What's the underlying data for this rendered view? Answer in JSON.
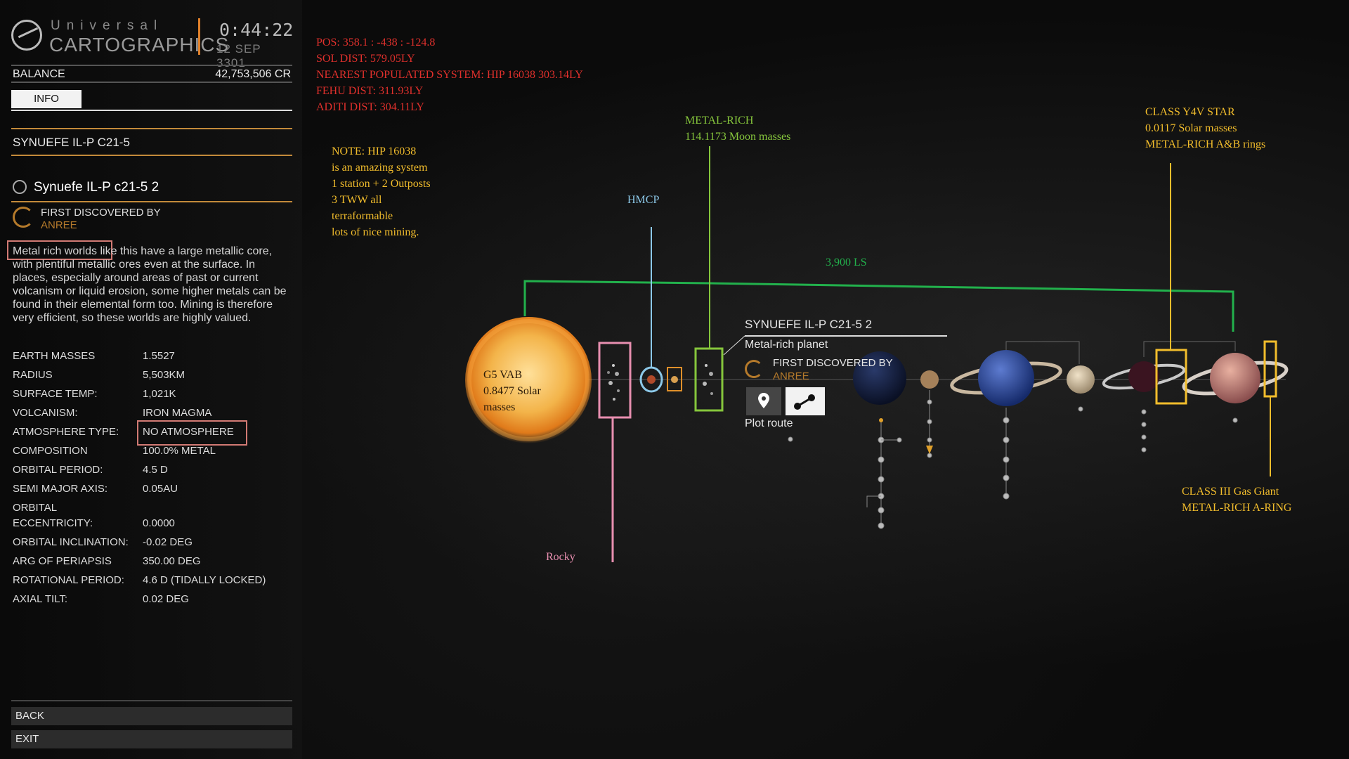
{
  "header": {
    "logo_top": "Universal",
    "logo_main": "CARTOGRAPHICS",
    "clock": "0:44:22",
    "date": "12 SEP 3301"
  },
  "balance": {
    "label": "BALANCE",
    "value": "42,753,506 CR"
  },
  "tabs": [
    {
      "label": "INFO",
      "active": true
    }
  ],
  "system_name": "SYNUEFE IL-P C21-5",
  "body": {
    "title": "Synuefe IL-P c21-5 2",
    "discovered_label": "FIRST DISCOVERED BY",
    "discovered_by": "ANREE",
    "description_highlight": "Metal rich worlds",
    "description_rest": " like this have a large metallic core, with plentiful metallic ores even at the surface. In places, especially around areas of past or current volcanism or liquid erosion, some higher metals can be found in their elemental form too. Mining is therefore very efficient, so these worlds are highly valued."
  },
  "stats": [
    {
      "label": "EARTH MASSES",
      "value": "1.5527"
    },
    {
      "label": "RADIUS",
      "value": "5,503KM"
    },
    {
      "label": "SURFACE TEMP:",
      "value": "1,021K"
    },
    {
      "label": "VOLCANISM:",
      "value": "IRON MAGMA"
    },
    {
      "label": "ATMOSPHERE TYPE:",
      "value": "NO ATMOSPHERE"
    },
    {
      "label": "COMPOSITION",
      "value": "100.0% METAL"
    },
    {
      "label": "ORBITAL PERIOD:",
      "value": "4.5 D"
    },
    {
      "label": "SEMI MAJOR AXIS:",
      "value": "0.05AU"
    },
    {
      "label": "ORBITAL",
      "label2": "ECCENTRICITY:",
      "value": "0.0000"
    },
    {
      "label": "ORBITAL INCLINATION:",
      "value": "-0.02 DEG"
    },
    {
      "label": "ARG OF PERIAPSIS",
      "value": "350.00 DEG"
    },
    {
      "label": "ROTATIONAL PERIOD:",
      "value": "4.6 D (TIDALLY LOCKED)"
    },
    {
      "label": "AXIAL TILT:",
      "value": "0.02 DEG"
    }
  ],
  "buttons": {
    "back": "BACK",
    "exit": "EXIT"
  },
  "annotations": {
    "pos": "POS:  358.1  :  -438  :  -124.8",
    "sol_dist": "SOL DIST:  579.05LY",
    "nearest": "NEAREST POPULATED SYSTEM:  HIP 16038 303.14LY",
    "fehu": "FEHU DIST:  311.93LY",
    "aditi": "ADITI DIST:  304.11LY",
    "note_lines": [
      "NOTE:  HIP 16038",
      "is an amazing system",
      "1 station + 2 Outposts",
      "3 TWW all",
      "terraformable",
      "lots of nice mining."
    ],
    "metal_rich_lines": [
      "METAL-RICH",
      "114.1173 Moon masses"
    ],
    "hmcp": "HMCP",
    "distance": "3,900 LS",
    "class_y_lines": [
      "CLASS Y4V STAR",
      "0.0117 Solar masses",
      "METAL-RICH A&B rings"
    ],
    "star_lines": [
      "G5 VAB",
      "0.8477 Solar",
      "masses"
    ],
    "rocky": "Rocky",
    "gas_giant_lines": [
      "CLASS III Gas Giant",
      "METAL-RICH A-RING"
    ]
  },
  "map_popup": {
    "title": "SYNUEFE IL-P C21-5 2",
    "subtitle": "Metal-rich planet",
    "discovered_label": "FIRST DISCOVERED BY",
    "discovered_by": "ANREE",
    "plot_route": "Plot route"
  },
  "colors": {
    "accent_orange": "#c38a3a",
    "annotation_red": "#e0302c",
    "annotation_gold": "#f2bd2c",
    "annotation_green": "#86c63c",
    "annotation_blue": "#8cc8e8",
    "annotation_pink": "#e88fb0",
    "distance_green": "#22b14c"
  }
}
